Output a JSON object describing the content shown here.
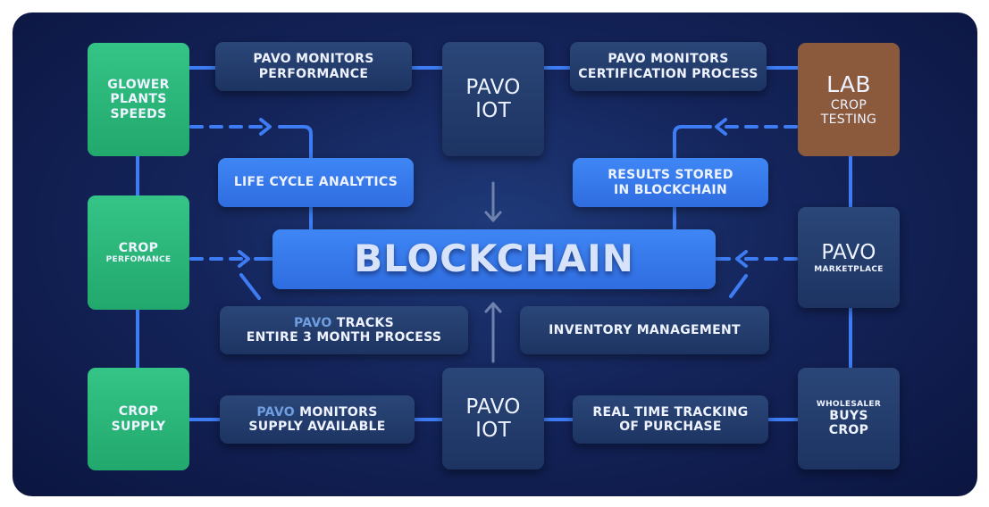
{
  "nodes": {
    "glower": [
      "GLOWER",
      "PLANTS",
      "SPEEDS"
    ],
    "crop_performance": {
      "title": "CROP",
      "sub": "PERFOMANCE"
    },
    "crop_supply": [
      "CROP",
      "SUPPLY"
    ],
    "monitors_performance": [
      "PAVO MONITORS",
      "PERFORMANCE"
    ],
    "iot_top": [
      "PAVO",
      "IOT"
    ],
    "monitors_certification": [
      "PAVO MONITORS",
      "CERTIFICATION PROCESS"
    ],
    "lab": {
      "title": "LAB",
      "sub1": "CROP",
      "sub2": "TESTING"
    },
    "life_cycle": "LIFE CYCLE ANALYTICS",
    "results_stored": [
      "RESULTS STORED",
      "IN BLOCKCHAIN"
    ],
    "blockchain": "BLOCKCHAIN",
    "marketplace": {
      "title": "PAVO",
      "sub": "MARKETPLACE"
    },
    "tracks": {
      "brand": "PAVO",
      "rest": "TRACKS",
      "line2": "ENTIRE 3 MONTH PROCESS"
    },
    "inventory": "INVENTORY MANAGEMENT",
    "monitors_supply": {
      "brand": "PAVO",
      "rest": "MONITORS",
      "line2": "SUPPLY AVAILABLE"
    },
    "iot_bottom": [
      "PAVO",
      "IOT"
    ],
    "real_time": [
      "REAL TIME TRACKING",
      "OF PURCHASE"
    ],
    "wholesaler": {
      "sub": "WHOLESALER",
      "line1": "BUYS",
      "line2": "CROP"
    }
  },
  "colors": {
    "green": "#2db87a",
    "brown": "#8b5a3c",
    "blue": "#3a7bf0",
    "navy": "#213c6c",
    "line": "#3d7cf2"
  }
}
